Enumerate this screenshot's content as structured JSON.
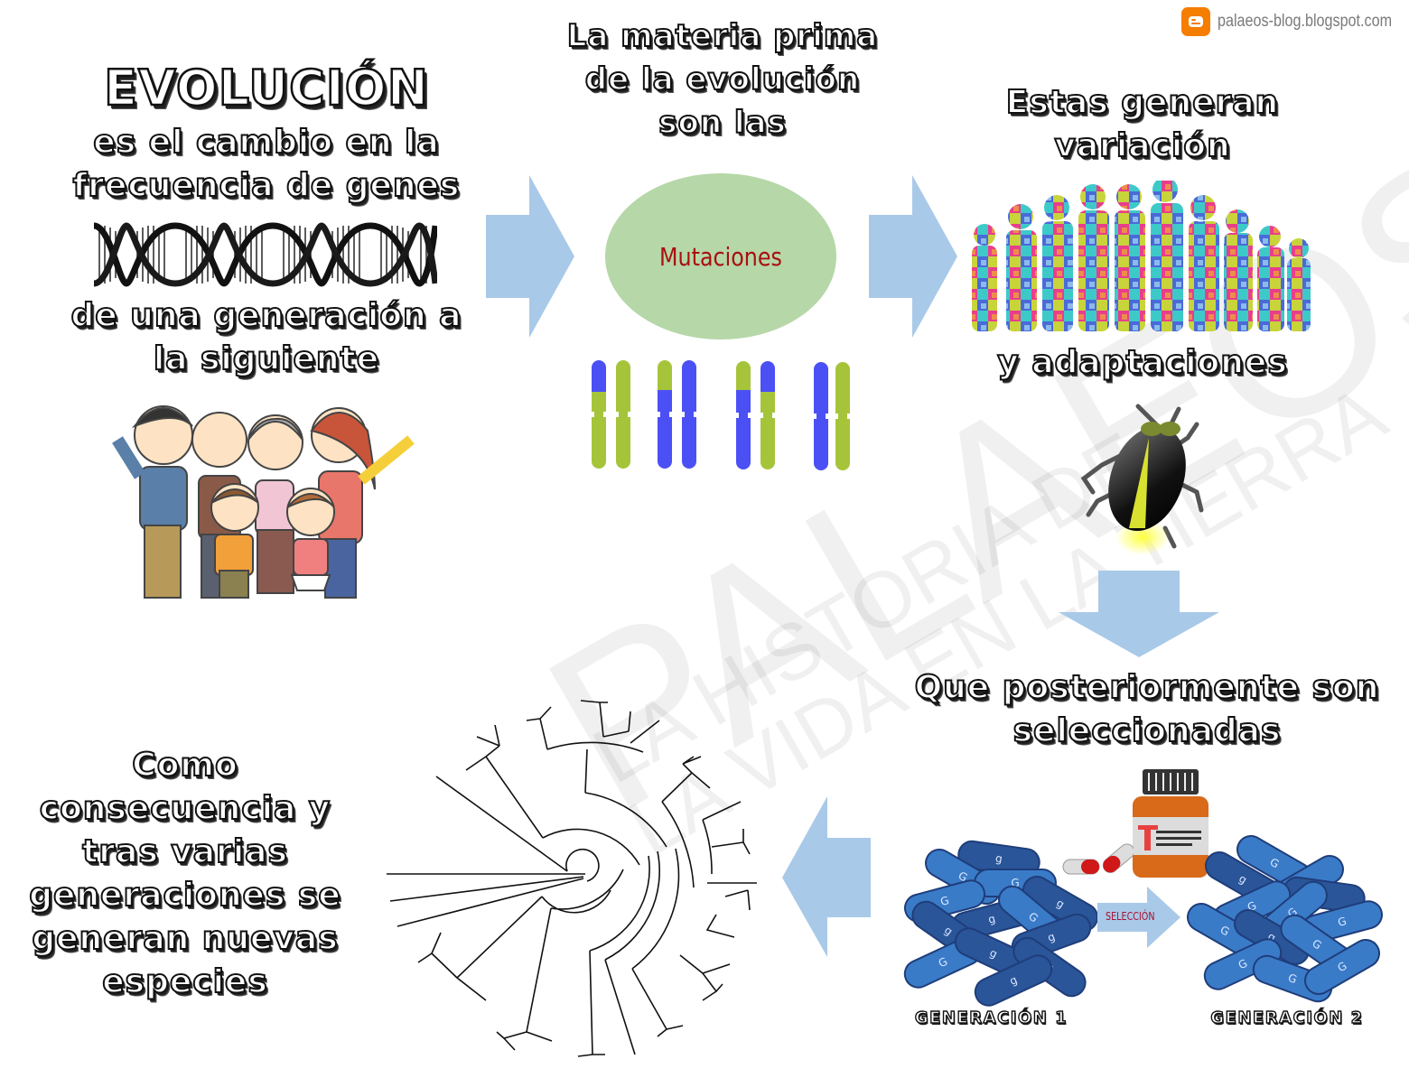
{
  "watermark": {
    "big": "PALAEOS",
    "line1": "LA HISTORIA DE",
    "line2": "LA VIDA EN LA TIERRA"
  },
  "blog": {
    "icon": "blogger-icon",
    "url_text": "palaeos-blog.blogspot.com"
  },
  "step1": {
    "title": "EVOLUCIÓN",
    "line1": "es el cambio en la",
    "line2": "frecuencia de genes",
    "line3": "de una generación a",
    "line4": "la siguiente",
    "images": [
      "dna-helix",
      "family-illustration"
    ]
  },
  "step2": {
    "line1": "La materia prima",
    "line2": "de la evolución",
    "line3": "son las",
    "bubble": "Mutaciones",
    "bubble_color": "#b6d7a8",
    "bubble_text_color": "#a81010",
    "chromosome_pairs": [
      [
        {
          "top": "blue",
          "bottom": "green"
        },
        {
          "top": "green",
          "bottom": "green"
        }
      ],
      [
        {
          "top": "green",
          "bottom": "blue"
        },
        {
          "top": "blue",
          "bottom": "blue"
        }
      ],
      [
        {
          "top": "green",
          "bottom": "blue"
        },
        {
          "top": "blue",
          "bottom": "green"
        }
      ],
      [
        {
          "top": "blue",
          "bottom": "blue"
        },
        {
          "top": "green",
          "bottom": "green"
        }
      ]
    ]
  },
  "step3": {
    "line1": "Estas generan",
    "line2": "variación",
    "line3": "y adaptaciones",
    "images": [
      "mosaic-people-silhouettes",
      "firefly"
    ]
  },
  "step4": {
    "line1": "Que posteriormente son",
    "line2": "seleccionadas",
    "selection_label": "SELECCIÓN",
    "generation1_label": "GENERACIÓN 1",
    "generation2_label": "GENERACIÓN 2",
    "generation1_bacteria": [
      "G",
      "g",
      "G",
      "G",
      "g",
      "g",
      "G",
      "g",
      "g",
      "G",
      "g",
      "g",
      "g"
    ],
    "generation2_bacteria": [
      "G",
      "g",
      "G",
      "g",
      "G",
      "G",
      "G",
      "G",
      "g",
      "G",
      "G",
      "G",
      "G"
    ],
    "images": [
      "antibiotic-bottle",
      "pills"
    ]
  },
  "step5": {
    "line1": "Como",
    "line2": "consecuencia y",
    "line3": "tras varias",
    "line4": "generaciones se",
    "line5": "generan nuevas",
    "line6": "especies",
    "images": [
      "phylogenetic-tree"
    ]
  },
  "colors": {
    "arrow": "#a9c9e8",
    "chromo_blue": "#4b50f5",
    "chromo_green": "#a6c43a",
    "bacteria_light": "#3a7bc8",
    "bacteria_dark": "#2a5599"
  }
}
